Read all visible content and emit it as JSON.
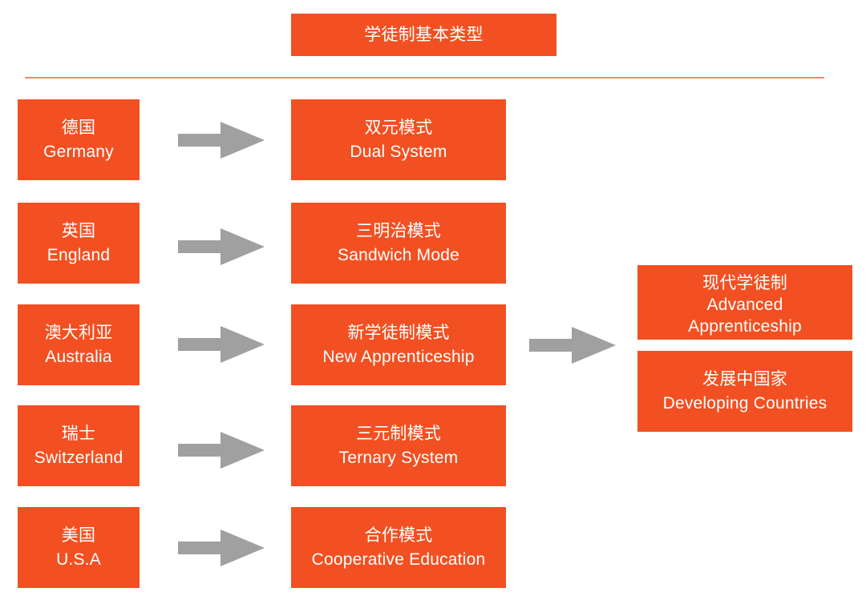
{
  "title": "学徒制基本类型",
  "countries": [
    {
      "zh": "德国",
      "en": "Germany"
    },
    {
      "zh": "英国",
      "en": "England"
    },
    {
      "zh": "澳大利亚",
      "en": "Australia"
    },
    {
      "zh": "瑞士",
      "en": "Switzerland"
    },
    {
      "zh": "美国",
      "en": "U.S.A"
    }
  ],
  "modes": [
    {
      "zh": "双元模式",
      "en": "Dual System"
    },
    {
      "zh": "三明治模式",
      "en": "Sandwich Mode"
    },
    {
      "zh": "新学徒制模式",
      "en": "New Apprenticeship"
    },
    {
      "zh": "三元制模式",
      "en": "Ternary System"
    },
    {
      "zh": "合作模式",
      "en": "Cooperative Education"
    }
  ],
  "outcomes": [
    {
      "zh": "现代学徒制",
      "en1": "Advanced",
      "en2": "Apprenticeship"
    },
    {
      "zh": "发展中国家",
      "en": "Developing Countries"
    }
  ],
  "colors": {
    "box": "#f25022",
    "rule": "#f08a68",
    "arrow": "#a0a0a0",
    "text": "#ffffff"
  },
  "icons": {
    "arrow": "right-arrow-icon"
  }
}
